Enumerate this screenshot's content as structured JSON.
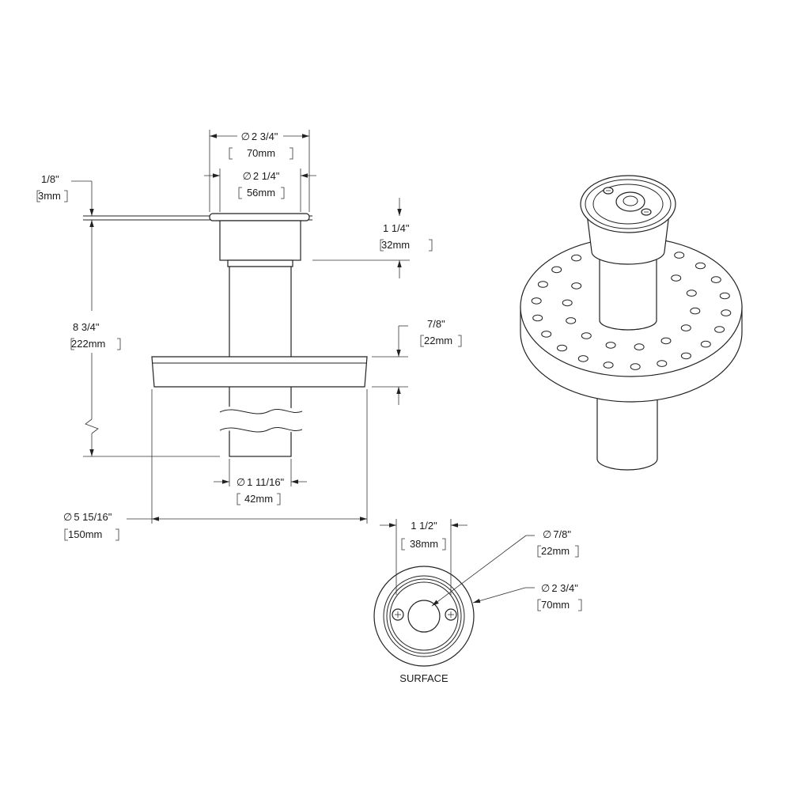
{
  "dimensions": {
    "flange_dia": {
      "imperial": "2 3/4\"",
      "metric": "70mm"
    },
    "body_dia": {
      "imperial": "2 1/4\"",
      "metric": "56mm"
    },
    "flange_thickness": {
      "imperial": "1/8\"",
      "metric": "3mm"
    },
    "head_height": {
      "imperial": "1 1/4\"",
      "metric": "32mm"
    },
    "overall_length": {
      "imperial": "8 3/4\"",
      "metric": "222mm"
    },
    "disc_thickness": {
      "imperial": "7/8\"",
      "metric": "22mm"
    },
    "tube_dia": {
      "imperial": "1 11/16\"",
      "metric": "42mm"
    },
    "disc_dia": {
      "imperial": "5 15/16\"",
      "metric": "150mm"
    },
    "screw_spacing": {
      "imperial": "1 1/2\"",
      "metric": "38mm"
    },
    "nozzle_dia": {
      "imperial": "7/8\"",
      "metric": "22mm"
    },
    "surface_dia": {
      "imperial": "2 3/4\"",
      "metric": "70mm"
    }
  },
  "symbols": {
    "diameter": "∅"
  },
  "views": {
    "surface_label": "SURFACE"
  }
}
